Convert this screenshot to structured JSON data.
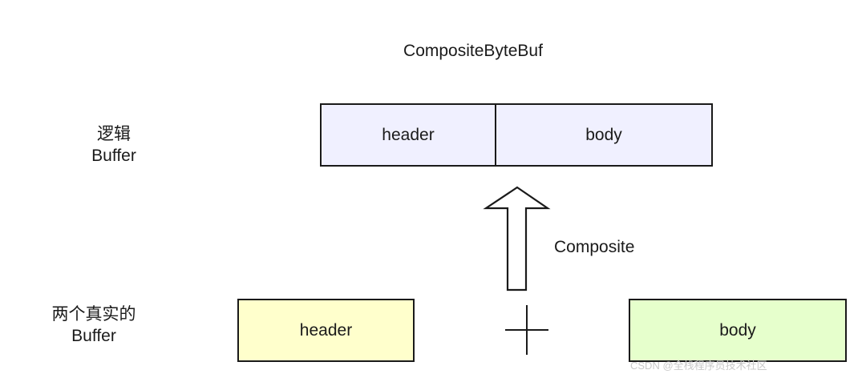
{
  "title": "CompositeByteBuf",
  "logical_label": {
    "line1": "逻辑",
    "line2": "Buffer"
  },
  "real_label": {
    "line1": "两个真实的",
    "line2": "Buffer"
  },
  "composite_buffer": {
    "header": "header",
    "body": "body",
    "fill": "#f0f0ff"
  },
  "real_header": {
    "label": "header",
    "fill": "#ffffcc"
  },
  "real_body": {
    "label": "body",
    "fill": "#e6ffcc"
  },
  "arrow_label": "Composite",
  "plus_symbol": "plus-icon",
  "watermark": "CSDN @全栈程序员技术社区"
}
